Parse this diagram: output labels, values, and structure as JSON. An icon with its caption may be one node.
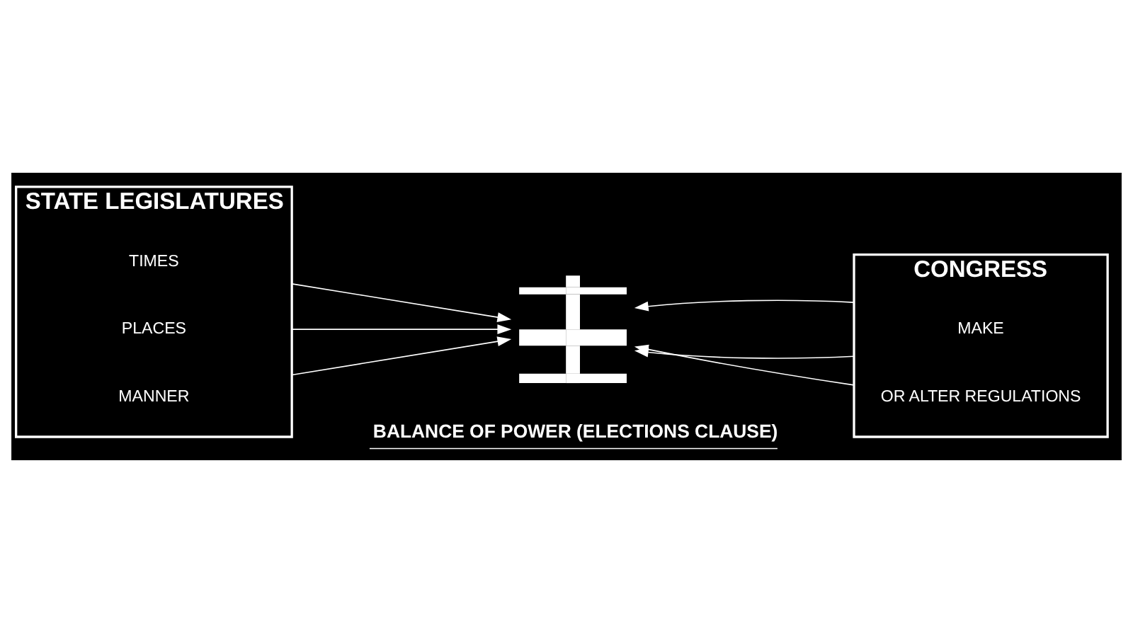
{
  "diagram": {
    "nodes": [
      {
        "text": [
          "STATE LEGISLATURES"
        ]
      },
      {
        "text": [
          "TIMES"
        ],
        "in": 0
      },
      {
        "text": [
          "PLACES"
        ],
        "in": 0
      },
      {
        "text": [
          "MANNER"
        ],
        "in": 0
      },
      {
        "text": [],
        "shape": "picture"
      },
      {
        "text": [
          "CONGRESS"
        ]
      },
      {
        "text": [
          "MAKE"
        ],
        "in": 5
      },
      {
        "text": [
          "OR ALTER REGULATIONS"
        ],
        "in": 5
      }
    ],
    "edges": [
      {
        "from": 0,
        "to": 4,
        "arrow": "to"
      },
      {
        "from": 0,
        "to": 4,
        "arrow": "to"
      },
      {
        "from": 0,
        "to": 4,
        "arrow": "to"
      },
      {
        "from": 5,
        "to": 4,
        "arrow": "to"
      },
      {
        "from": 5,
        "to": 4,
        "arrow": "to"
      },
      {
        "from": 5,
        "to": 4,
        "arrow": "to"
      }
    ],
    "labels": [
      "BALANCE OF POWER (ELECTIONS CLAUSE)"
    ]
  }
}
